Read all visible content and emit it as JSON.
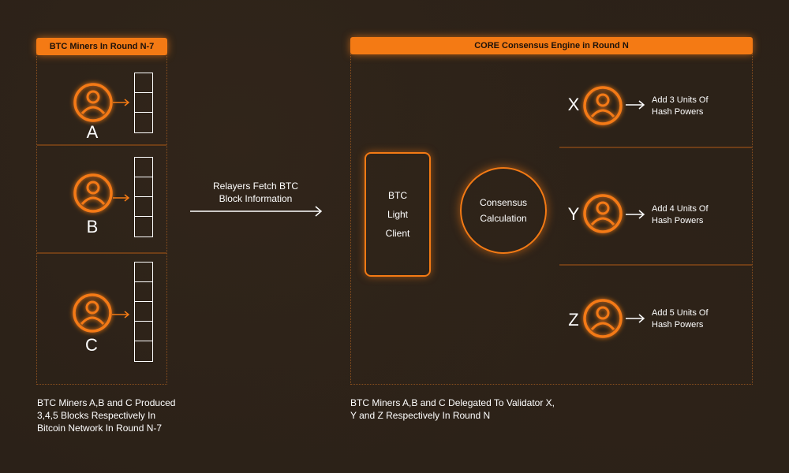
{
  "left_panel": {
    "title": "BTC Miners In Round N-7",
    "miners": [
      {
        "label": "A",
        "blocks": 3
      },
      {
        "label": "B",
        "blocks": 4
      },
      {
        "label": "C",
        "blocks": 5
      }
    ],
    "caption": "BTC Miners A,B and C Produced\n3,4,5 Blocks Respectively In\nBitcoin Network In Round N-7"
  },
  "relay": {
    "text": "Relayers Fetch BTC\nBlock Information"
  },
  "right_panel": {
    "title": "CORE Consensus Engine in Round N",
    "btc_client_lines": [
      "BTC",
      "Light",
      "Client"
    ],
    "consensus_lines": [
      "Consensus",
      "Calculation"
    ],
    "validators": [
      {
        "label": "X",
        "text": "Add 3 Units Of\nHash Powers"
      },
      {
        "label": "Y",
        "text": "Add 4 Units Of\nHash Powers"
      },
      {
        "label": "Z",
        "text": "Add 5 Units Of\nHash Powers"
      }
    ],
    "caption": "BTC Miners A,B and C Delegated To Validator X,\nY and Z Respectively In Round N"
  },
  "colors": {
    "accent": "#f47a14",
    "background": "#2b2118",
    "divider": "#6e3e17"
  },
  "icons": {
    "miner": "user-circle-icon",
    "validator": "user-circle-icon",
    "arrow": "arrow-right-icon"
  }
}
